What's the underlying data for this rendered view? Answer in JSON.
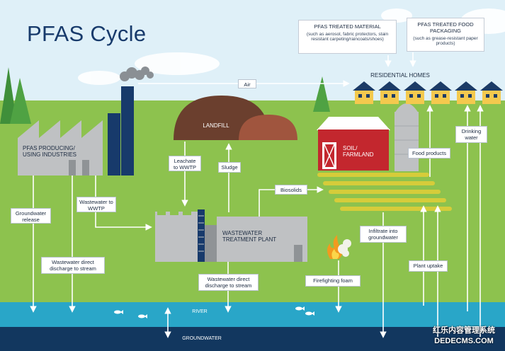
{
  "title": "PFAS Cycle",
  "callouts": {
    "treated_material": {
      "heading": "PFAS TREATED MATERIAL",
      "detail": "(such as aerosol, fabric protectors, stain resistant carpeting/raincoats/shoes)"
    },
    "food_packaging": {
      "heading": "PFAS TREATED FOOD PACKAGING",
      "detail": "(such as grease-resistant paper products)"
    }
  },
  "nodes": {
    "residential": "RESIDENTIAL HOMES",
    "industry": "PFAS PRODUCING/ USING INDUSTRIES",
    "landfill": "LANDFILL",
    "soil": "SOIL/ FARMLAND",
    "wwtp": "WASTEWATER TREATMENT PLANT",
    "river": "RIVER",
    "groundwater": "GROUNDWATER"
  },
  "flows": {
    "air": "Air",
    "leachate": "Leachate to WWTP",
    "sludge": "Sludge",
    "biosolids": "Biosolids",
    "wastewater_to_wwtp": "Wastewater to WWTP",
    "groundwater_release": "Groundwater release",
    "direct_discharge_industry": "Wastewater direct discharge to stream",
    "direct_discharge_wwtp": "Wastewater direct discharge to stream",
    "firefighting": "Firefighting foam",
    "infiltrate": "Infiltrate into groundwater",
    "food_products": "Food products",
    "plant_uptake": "Plant uptake",
    "drinking_water": "Drinking water"
  },
  "watermark": {
    "line1": "红乐内容管理系统",
    "line2": "DEDECMS.COM"
  },
  "colors": {
    "sky": "#dff0f8",
    "grass": "#8dc24e",
    "river": "#29a6c8",
    "groundwater": "#12375f",
    "title": "#173a6b",
    "barn": "#c3272e",
    "landfill": "#6b3f2e",
    "building": "#bfc1c3"
  }
}
